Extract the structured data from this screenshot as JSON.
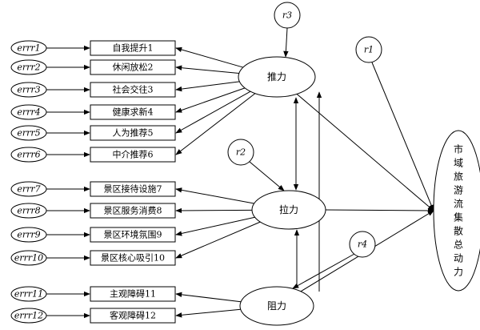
{
  "diagram": {
    "errors": [
      "errr1",
      "errr2",
      "errr3",
      "errr4",
      "errr5",
      "errr6",
      "errr7",
      "errr8",
      "errr9",
      "errr10",
      "errr11",
      "errr12"
    ],
    "indicators": [
      "自我提升1",
      "休闲放松2",
      "社会交往3",
      "健康求新4",
      "人为推荐5",
      "中介推荐6",
      "景区接待设施7",
      "景区服务消费8",
      "景区环境氛围9",
      "景区核心吸引10",
      "主观障碍11",
      "客观障碍12"
    ],
    "latents": {
      "push": "推力",
      "pull": "拉力",
      "resistance": "阻力"
    },
    "residuals": {
      "r1": "r1",
      "r2": "r2",
      "r3": "r3",
      "r4": "r4"
    },
    "outcome": "市域旅游流集散总动力",
    "stroke_color": "#000000"
  }
}
